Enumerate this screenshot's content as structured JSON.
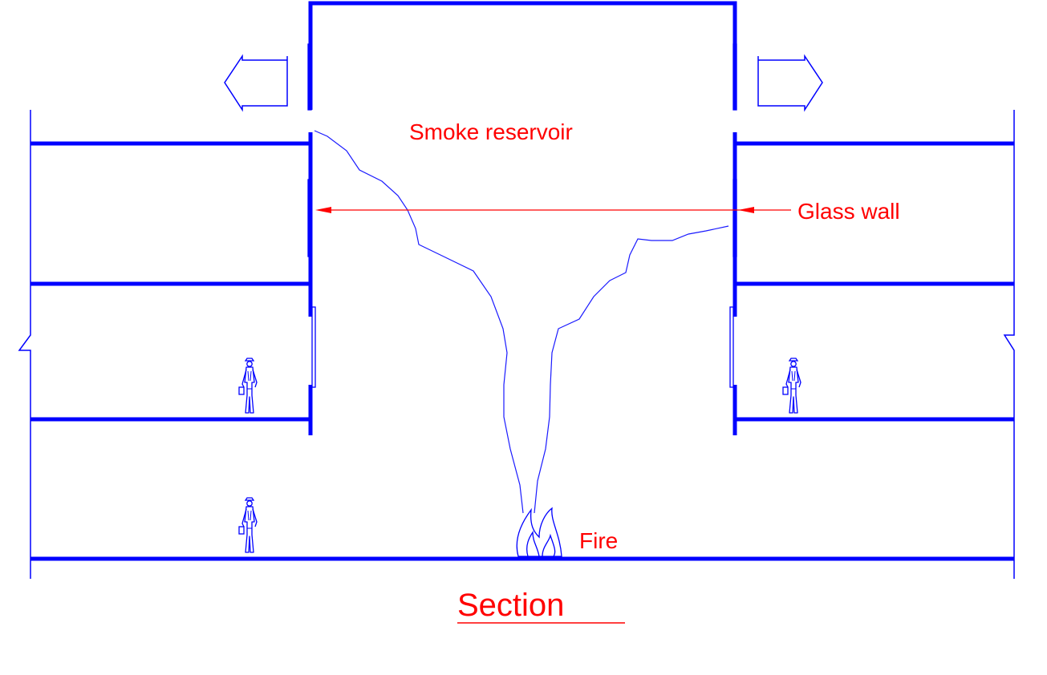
{
  "labels": {
    "smoke_reservoir": "Smoke reservoir",
    "glass_wall": "Glass wall",
    "fire": "Fire",
    "section_title": "Section"
  },
  "colors": {
    "structure": "#0000ff",
    "smoke": "#1a1aff",
    "annotation": "#ff0000",
    "background": "#ffffff"
  },
  "icons": [
    "smoke-exhaust-arrow-icon",
    "person-icon",
    "fire-icon"
  ]
}
